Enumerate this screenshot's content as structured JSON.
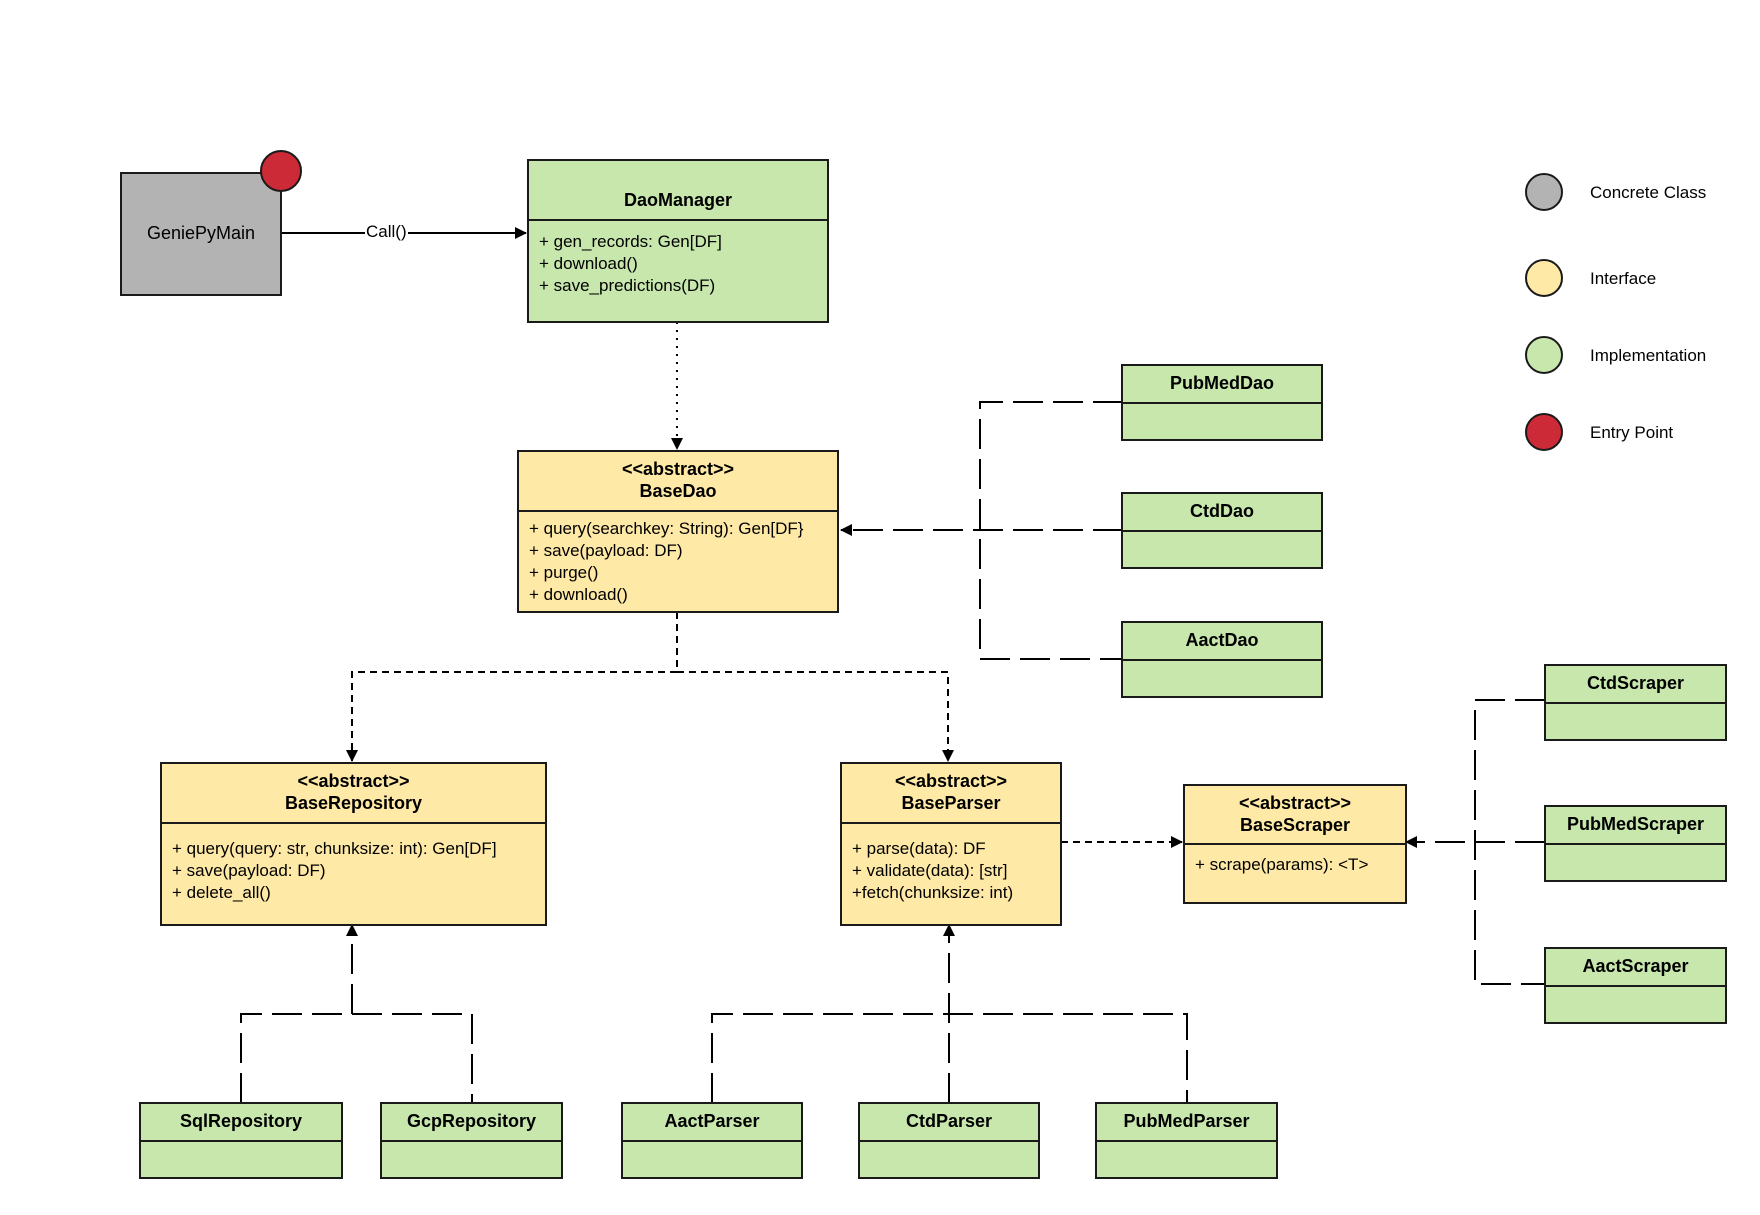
{
  "diagram": {
    "entry": {
      "name": "GeniePyMain"
    },
    "call_label": "Call()",
    "dao_manager": {
      "name": "DaoManager",
      "members": [
        "+ gen_records: Gen[DF]",
        "+ download()",
        "+ save_predictions(DF)"
      ]
    },
    "base_dao": {
      "stereotype": "<<abstract>>",
      "name": "BaseDao",
      "members": [
        "+ query(searchkey: String): Gen[DF}",
        "+ save(payload: DF)",
        "+ purge()",
        "+ download()"
      ]
    },
    "base_repository": {
      "stereotype": "<<abstract>>",
      "name": "BaseRepository",
      "members": [
        "+ query(query: str, chunksize: int): Gen[DF]",
        "+ save(payload: DF)",
        "+ delete_all()"
      ]
    },
    "base_parser": {
      "stereotype": "<<abstract>>",
      "name": "BaseParser",
      "members": [
        "+ parse(data): DF",
        "+ validate(data): [str]",
        "+fetch(chunksize: int)"
      ]
    },
    "base_scraper": {
      "stereotype": "<<abstract>>",
      "name": "BaseScraper",
      "members": [
        "+ scrape(params): <T>"
      ]
    },
    "daos": [
      "PubMedDao",
      "CtdDao",
      "AactDao"
    ],
    "scrapers": [
      "CtdScraper",
      "PubMedScraper",
      "AactScraper"
    ],
    "repositories": [
      "SqlRepository",
      "GcpRepository"
    ],
    "parsers": [
      "AactParser",
      "CtdParser",
      "PubMedParser"
    ]
  },
  "legend": [
    {
      "label": "Concrete Class",
      "color": "#b3b3b3"
    },
    {
      "label": "Interface",
      "color": "#ffe9a6"
    },
    {
      "label": "Implementation",
      "color": "#c7e7ad"
    },
    {
      "label": "Entry Point",
      "color": "#cc2a36"
    }
  ],
  "colors": {
    "implementation": "#c7e7ad",
    "interface": "#ffe9a6",
    "concrete": "#b3b3b3",
    "entry_point": "#cc2a36"
  }
}
